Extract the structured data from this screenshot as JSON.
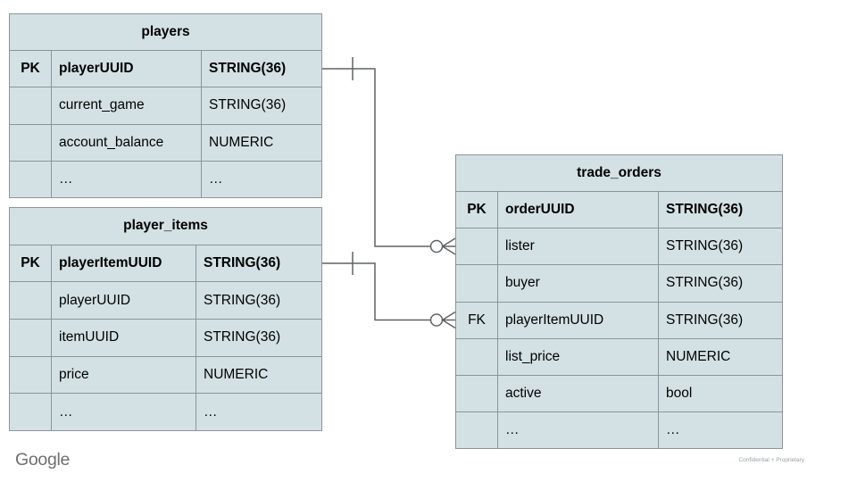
{
  "footer": {
    "logo_text": "Google",
    "note": "Confidential + Proprietary"
  },
  "colors": {
    "table_fill": "#d3e1e4",
    "table_border": "#8b9598",
    "connector_line": "#5f6365",
    "footer_logo_gray": "#6e6e6e",
    "footer_note_gray": "#9aa0a3",
    "text": "#000000"
  },
  "tables": [
    {
      "title": "players",
      "rows": [
        {
          "key": "PK",
          "field": "playerUUID",
          "type": "STRING(36)"
        },
        {
          "key": "",
          "field": "current_game",
          "type": "STRING(36)"
        },
        {
          "key": "",
          "field": "account_balance",
          "type": "NUMERIC"
        },
        {
          "key": "",
          "field": "…",
          "type": "…"
        }
      ]
    },
    {
      "title": "player_items",
      "rows": [
        {
          "key": "PK",
          "field": "playerItemUUID",
          "type": "STRING(36)"
        },
        {
          "key": "",
          "field": "playerUUID",
          "type": "STRING(36)"
        },
        {
          "key": "",
          "field": "itemUUID",
          "type": "STRING(36)"
        },
        {
          "key": "",
          "field": "price",
          "type": "NUMERIC"
        },
        {
          "key": "",
          "field": "…",
          "type": "…"
        }
      ]
    },
    {
      "title": "trade_orders",
      "rows": [
        {
          "key": "PK",
          "field": "orderUUID",
          "type": "STRING(36)"
        },
        {
          "key": "",
          "field": "lister",
          "type": "STRING(36)"
        },
        {
          "key": "",
          "field": "buyer",
          "type": "STRING(36)"
        },
        {
          "key": "FK",
          "field": "playerItemUUID",
          "type": "STRING(36)"
        },
        {
          "key": "",
          "field": "list_price",
          "type": "NUMERIC"
        },
        {
          "key": "",
          "field": "active",
          "type": "bool"
        },
        {
          "key": "",
          "field": "…",
          "type": "…"
        }
      ]
    }
  ],
  "relationships": [
    {
      "from_table": "players",
      "from_field": "playerUUID",
      "to_table": "trade_orders",
      "to_field": "lister",
      "from_cardinality": "one",
      "to_cardinality": "zero-or-many"
    },
    {
      "from_table": "player_items",
      "from_field": "playerItemUUID",
      "to_table": "trade_orders",
      "to_field": "playerItemUUID",
      "from_cardinality": "one",
      "to_cardinality": "zero-or-many"
    }
  ]
}
